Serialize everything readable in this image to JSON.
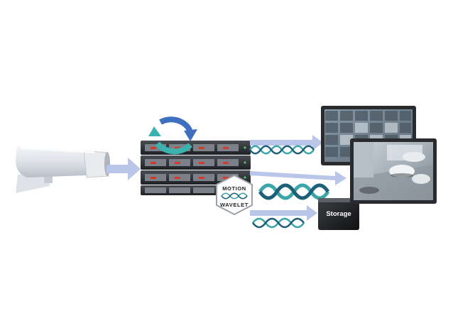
{
  "badge": {
    "line1": "MOTION",
    "line2": "WAVELET"
  },
  "storage": {
    "label": "Storage"
  },
  "colors": {
    "flow_arrow": "#b9c5e9",
    "wave_teal": "#3aa6a8",
    "wave_dark": "#1d5f78",
    "server_body": "#2d2f33",
    "server_led": "#d23a2a",
    "refresh_blue": "#3f6fbf",
    "refresh_teal": "#3bb2ad",
    "monitor_frame": "#2a2b2e"
  },
  "icons": {
    "camera": "cctv-camera-icon",
    "refresh": "refresh-cycle-icon",
    "storage": "storage-box-icon"
  }
}
